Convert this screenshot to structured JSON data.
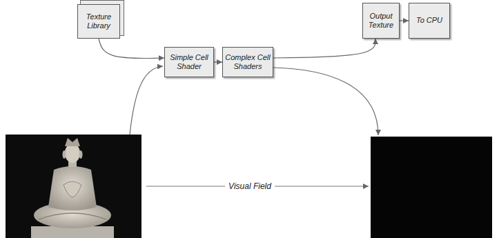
{
  "diagram": {
    "nodes": [
      {
        "text": [
          "Texture Library"
        ]
      },
      {
        "text": [
          "Simple Cell Shader"
        ]
      },
      {
        "text": [
          "Complex Cell Shaders"
        ]
      },
      {
        "text": [
          "Output Texture"
        ]
      },
      {
        "text": [
          "To CPU"
        ]
      }
    ],
    "edges": [
      {
        "from": 0,
        "to": 1,
        "arrow": "to"
      },
      {
        "from": 1,
        "to": 2,
        "arrow": "to"
      },
      {
        "from": 2,
        "to": 3,
        "arrow": "to"
      },
      {
        "from": 3,
        "to": 4,
        "arrow": "to"
      }
    ],
    "labels": [
      "Visual Field"
    ]
  }
}
